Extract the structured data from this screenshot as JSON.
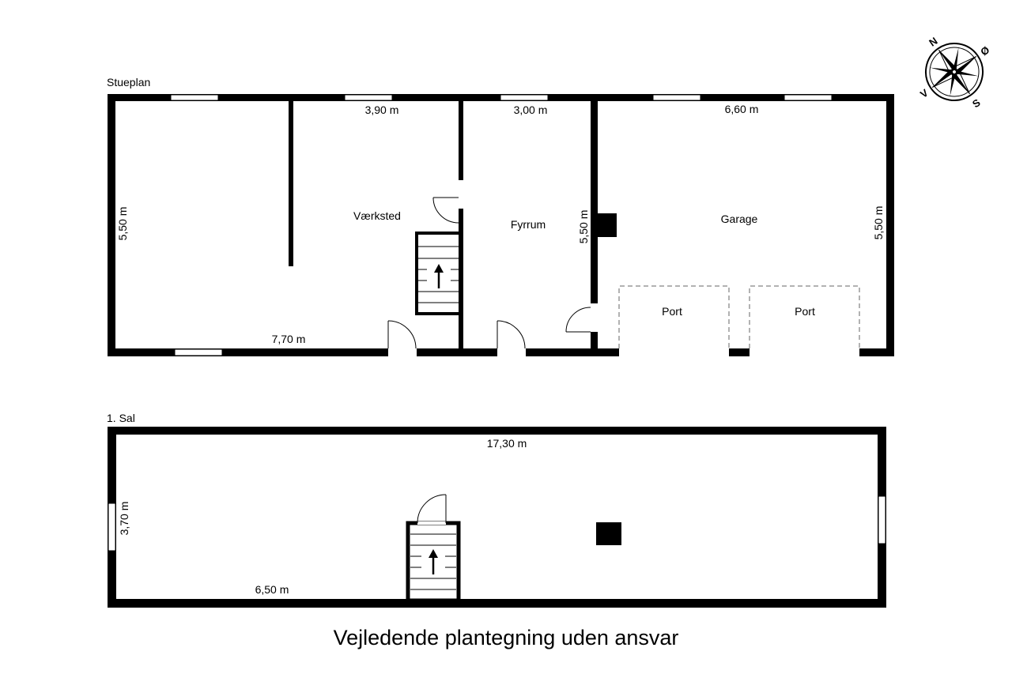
{
  "floors": {
    "ground": {
      "title": "Stueplan",
      "rooms": {
        "workshop": "Værksted",
        "boiler": "Fyrrum",
        "garage": "Garage",
        "port1": "Port",
        "port2": "Port"
      },
      "dims": {
        "top_workshop": "3,90 m",
        "top_boiler": "3,00 m",
        "top_garage": "6,60 m",
        "bottom": "7,70 m",
        "left": "5,50 m",
        "boiler_right": "5,50 m",
        "right": "5,50 m"
      }
    },
    "upper": {
      "title": "1. Sal",
      "dims": {
        "top": "17,30 m",
        "left": "3,70 m",
        "bottom": "6,50 m"
      }
    }
  },
  "compass": {
    "north": "N",
    "east": "Ø",
    "south": "S",
    "west": "V"
  },
  "caption": "Vejledende plantegning uden ansvar"
}
